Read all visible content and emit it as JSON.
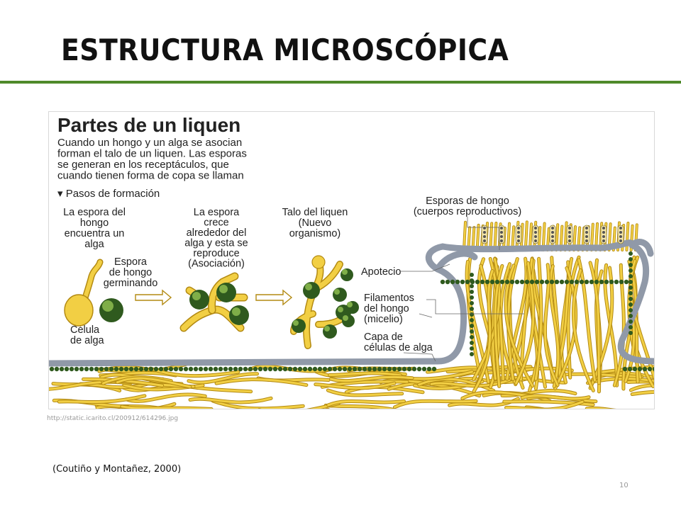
{
  "slide": {
    "title": "ESTRUCTURA MICROSCÓPICA",
    "image_source": "http://static.icarito.cl/200912/614296.jpg",
    "citation": "(Coutiño y Montañez, 2000)",
    "page_number": "10"
  },
  "colors": {
    "accent_rule": "#4f8a2a",
    "hypha_fill": "#f2cf44",
    "hypha_stroke": "#b38a12",
    "alga_dark": "#2f5a1e",
    "alga_light": "#7fae48",
    "cortex_gray": "#9099a8"
  },
  "diagram": {
    "heading": "Partes de un liquen",
    "intro_lines": [
      "Cuando un hongo y un alga se asocian",
      "forman el  talo de un liquen. Las esporas",
      "se generan en los receptáculos, que",
      "cuando tienen forma de copa se llaman"
    ],
    "steps_heading": "Pasos de formación",
    "step1_lines": [
      "La espora del",
      "hongo",
      "encuentra un",
      "alga"
    ],
    "spore_lines": [
      "Espora",
      "de hongo",
      "germinando"
    ],
    "cell_lines": [
      "Célula",
      "de alga"
    ],
    "step2_lines": [
      "La espora",
      "crece",
      "alrededor del",
      "alga y esta se",
      "reproduce",
      "(Asociación)"
    ],
    "step3_lines": [
      "Talo del liquen",
      "(Nuevo",
      "organismo)"
    ],
    "fungal_spores_lines": [
      "Esporas de hongo",
      "(cuerpos reproductivos)"
    ],
    "apothecium": "Apotecio",
    "filaments_lines": [
      "Filamentos",
      "del hongo",
      "(micelio)"
    ],
    "algae_layer_lines": [
      "Capa de",
      "células de alga"
    ]
  }
}
